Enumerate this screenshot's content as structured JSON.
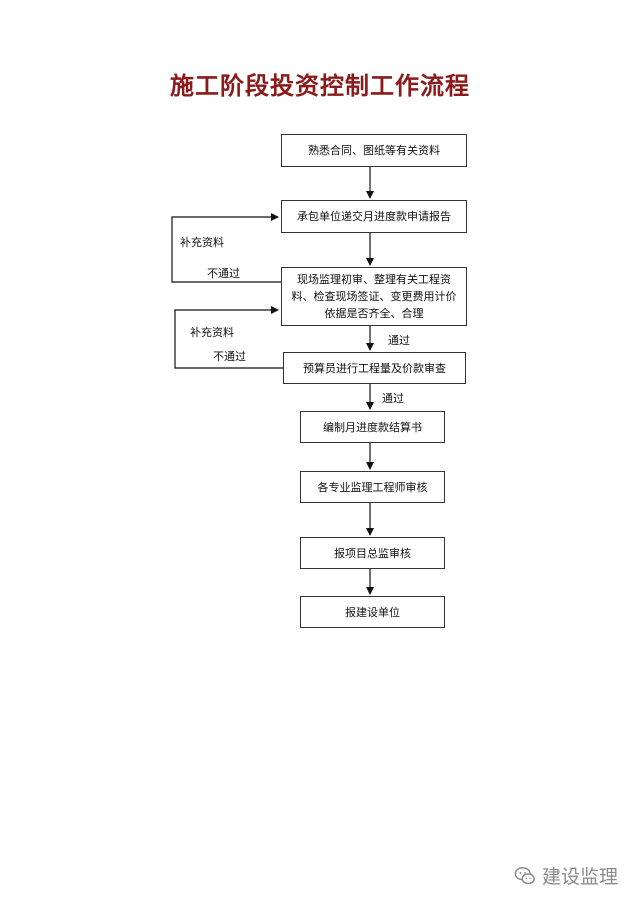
{
  "title": "施工阶段投资控制工作流程",
  "steps": {
    "s1": "熟悉合同、图纸等有关资料",
    "s2": "承包单位递交月进度款申请报告",
    "s3a": "现场监理初审、整理有关工程资",
    "s3b": "料、检查现场签证、变更费用计价",
    "s3c": "依据是否齐全、合理",
    "s4": "预算员进行工程量及价款审查",
    "s5": "编制月进度款结算书",
    "s6": "各专业监理工程师审核",
    "s7": "报项目总监审核",
    "s8": "报建设单位"
  },
  "loops": {
    "loop1_supplement": "补充资料",
    "loop1_fail": "不通过",
    "loop2_supplement": "补充资料",
    "loop2_fail": "不通过"
  },
  "edges": {
    "pass1": "通过",
    "pass2": "通过"
  },
  "watermark": {
    "text": "建设监理",
    "icon": "wechat-icon"
  }
}
